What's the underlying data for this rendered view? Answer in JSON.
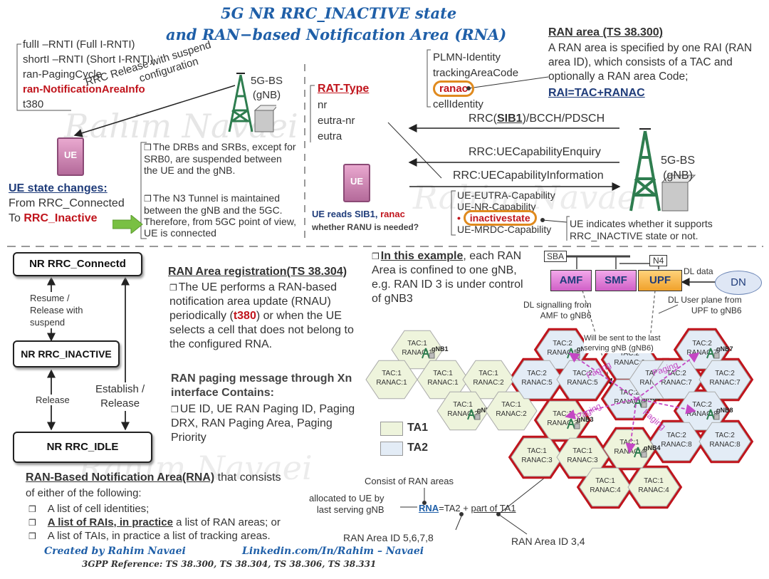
{
  "title": {
    "line1": "5G NR RRC_INACTIVE state",
    "line2": "and RAN−based Notification Area (RNA)"
  },
  "suspend_params": {
    "items": [
      "fullI –RNTI (Full I-RNTI)",
      "shortI –RNTI (Short I-RNTI)",
      "ran-PagingCycle",
      "ran-NotificationAreaInfo",
      "t380"
    ]
  },
  "release_arrow": {
    "line1": "RRC Release with suspend",
    "line2": "configuration"
  },
  "gnb_left": {
    "line1": "5G-BS",
    "line2": "(gNB)"
  },
  "gnb_right": {
    "line1": "5G-BS",
    "line2": "(gNB)"
  },
  "ue_label": "UE",
  "ue_state": {
    "heading": "UE state changes:",
    "from": "From RRC_Connected",
    "to_prefix": "To ",
    "to_state": "RRC_Inactive"
  },
  "suspend_notes": {
    "note1": "The DRBs and SRBs, except for SRB0, are suspended between the UE and the gNB.",
    "note2": "The N3 Tunnel is maintained between the gNB and the 5GC. Therefore, from 5GC point of view, UE is connected"
  },
  "rat_type": {
    "heading": "RAT-Type",
    "items": [
      "nr",
      "eutra-nr",
      "eutra"
    ]
  },
  "ue_reads": {
    "line1_prefix": "UE reads SIB1, ",
    "line1_highlight": "ranac",
    "line2": "whether RANU is needed?"
  },
  "sib1_fields": {
    "items": [
      "PLMN-Identity",
      "trackingAreaCode",
      "ranac",
      "cellIdentity"
    ]
  },
  "ran_area_def": {
    "heading": "RAN area (TS 38.300)",
    "text": "A RAN area is specified by one RAI (RAN area ID), which consists of a TAC and optionally a RAN area Code;",
    "formula": "RAI=TAC+RANAC"
  },
  "messages": {
    "sib1_prefix": "RRC(",
    "sib1_bold": "SIB1",
    "sib1_suffix": ")/BCCH/PDSCH",
    "cap_enquiry": "RRC:UECapabilityEnquiry",
    "cap_info": "RRC:UECapabilityInformation"
  },
  "cap_fields": {
    "items": [
      "UE-EUTRA-Capability",
      "UE-NR-Capability",
      "inactivestate",
      "UE-MRDC-Capability"
    ]
  },
  "ue_indicates": {
    "line1": "UE indicates whether it supports",
    "line2": "RRC_INACTIVE state or not."
  },
  "state_machine": {
    "connected": "NR  RRC_Connectd",
    "inactive": "NR  RRC_INACTIVE",
    "idle": "NR  RRC_IDLE",
    "resume": "Resume /\nRelease with\nsuspend",
    "release": "Release",
    "establish": "Establish /\nRelease"
  },
  "ran_area_reg": {
    "heading": "RAN Area registration(TS 38.304)",
    "text_a": "The UE performs a RAN-based notification area update (RNAU) periodically (",
    "text_t380": "t380",
    "text_b": ") or when the UE selects a cell that does not belong to the configured RNA."
  },
  "paging_msg": {
    "heading": "RAN paging message through Xn interface Contains:",
    "text": "UE ID, UE RAN Paging ID, Paging DRX, RAN Paging Area, Paging Priority"
  },
  "example": {
    "heading": "In this example",
    "text": ", each RAN Area is confined to one gNB, e.g. RAN ID 3 is under control of gNB3"
  },
  "core": {
    "sba": "SBA",
    "n4": "N4",
    "amf": "AMF",
    "smf": "SMF",
    "upf": "UPF",
    "dn": "DN",
    "dl_data": "DL data",
    "dl_signalling": "DL signalling from\nAMF to gNB6",
    "dl_user_plane": "DL User plane from\nUPF to gNB6",
    "will_be_sent": "Will be sent to the last\nserving gNB (gNB6)"
  },
  "legend": {
    "ta1": "TA1",
    "ta2": "TA2"
  },
  "rna_def": {
    "heading": "RAN-Based Notification Area(RNA)",
    "heading_suffix": " that consists",
    "line2": "of either of the following:",
    "item1": "A list of cell identities;",
    "item2_bold": "A list of RAIs, in practice",
    "item2_rest": " a list of RAN areas; or",
    "item3": "A list of TAIs, in practice a list of tracking areas."
  },
  "rna_formula": {
    "consist": "Consist of RAN areas",
    "allocated": "allocated to UE by\nlast serving gNB",
    "rna": "RNA",
    "eq": "=TA2 +  ",
    "part": "part of TA1",
    "ids_left": "RAN Area ID 5,6,7,8",
    "ids_right": "RAN Area ID 3,4"
  },
  "footer": {
    "created": "Created by Rahim Navaei",
    "linkedin": "Linkedin.com/In/Rahim – Navaei",
    "reference": "3GPP Reference: TS 38.300, TS 38.304, TS 38.306, TS 38.331"
  },
  "cells": [
    {
      "tac": "TAC:1",
      "ranac": "RANAC:1",
      "ta": 1,
      "gnb": "gNB1"
    },
    {
      "tac": "TAC:1",
      "ranac": "RANAC:1",
      "ta": 1
    },
    {
      "tac": "TAC:1",
      "ranac": "RANAC:1",
      "ta": 1
    },
    {
      "tac": "TAC:1",
      "ranac": "RANAC:2",
      "ta": 1
    },
    {
      "tac": "TAC:1",
      "ranac": "RANAC:2",
      "ta": 1,
      "gnb": "gNB2"
    },
    {
      "tac": "TAC:1",
      "ranac": "RANAC:2",
      "ta": 1
    },
    {
      "tac": "TAC:2",
      "ranac": "RANAC:5",
      "ta": 2,
      "gnb": "gNB5"
    },
    {
      "tac": "TAC:2",
      "ranac": "RANAC:5",
      "ta": 2
    },
    {
      "tac": "TAC:2",
      "ranac": "RANAC:5",
      "ta": 2
    },
    {
      "tac": "TAC:2",
      "ranac": "RANAC:6",
      "ta": 2
    },
    {
      "tac": "TAC:2",
      "ranac": "RANAC:6",
      "ta": 2,
      "gnb": "gNB6"
    },
    {
      "tac": "TAC:2",
      "ranac": "RANAC:6",
      "ta": 2
    },
    {
      "tac": "TAC:2",
      "ranac": "RANAC:7",
      "ta": 2,
      "gnb": "gNB7"
    },
    {
      "tac": "TAC:2",
      "ranac": "RANAC:7",
      "ta": 2
    },
    {
      "tac": "TAC:2",
      "ranac": "RANAC:7",
      "ta": 2
    },
    {
      "tac": "TAC:2",
      "ranac": "RANAC:8",
      "ta": 2,
      "gnb": "gNB8"
    },
    {
      "tac": "TAC:2",
      "ranac": "RANAC:8",
      "ta": 2
    },
    {
      "tac": "TAC:2",
      "ranac": "RANAC:8",
      "ta": 2
    },
    {
      "tac": "TAC:1",
      "ranac": "RANAC:3",
      "ta": 1,
      "gnb": "gNB3"
    },
    {
      "tac": "TAC:1",
      "ranac": "RANAC:3",
      "ta": 1
    },
    {
      "tac": "TAC:1",
      "ranac": "RANAC:3",
      "ta": 1
    },
    {
      "tac": "TAC:1",
      "ranac": "RANAC:4",
      "ta": 1,
      "gnb": "gNB4"
    },
    {
      "tac": "TAC:1",
      "ranac": "RANAC:4",
      "ta": 1
    },
    {
      "tac": "TAC:1",
      "ranac": "RANAC:4",
      "ta": 1
    }
  ],
  "paging_label": "Paging",
  "watermark": "Rahim Navaei",
  "colors": {
    "title": "#1f5fa8",
    "highlight": "#c0141c",
    "ta1": "#eef4dc",
    "ta2": "#e3ecf6",
    "rna_border": "#c0141c",
    "paging": "#c447c4",
    "tower": "#2e7d4f",
    "ranac_ring": "#e08a1e"
  }
}
